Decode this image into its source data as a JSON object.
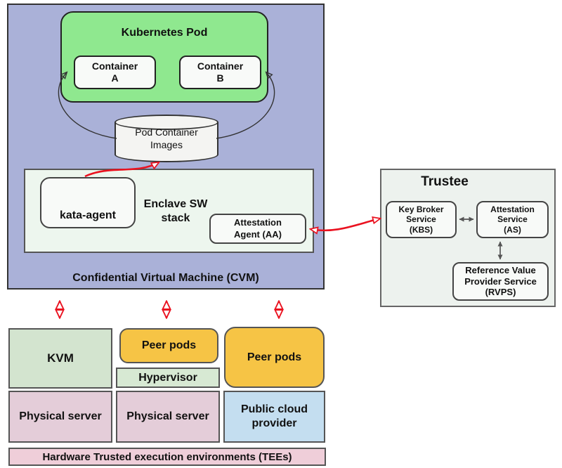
{
  "colors": {
    "cvm_bg": "#aab1d8",
    "pod_green": "#8fe88f",
    "inner_white": "#f8faf8",
    "cyl_fill": "#f4f4f2",
    "enclave_bg": "#edf6ee",
    "trustee_bg": "#edf2ee",
    "kvm_green": "#d3e4cf",
    "hyper_green": "#d7e9d3",
    "peer_orange": "#f6c445",
    "pink": "#e4cdd9",
    "cloud_blue": "#c4def0",
    "tee_pink": "#efced9",
    "red": "#ea1220",
    "line_dark": "#333333",
    "line_gray": "#555555"
  },
  "diagram": {
    "cvm": {
      "label": "Confidential Virtual Machine (CVM)",
      "pod": {
        "title": "Kubernetes Pod",
        "container_a": "Container\nA",
        "container_b": "Container\nB"
      },
      "images_cylinder": "Pod Container\nImages",
      "enclave": {
        "title": "Enclave SW\nstack",
        "kata_agent": "kata-agent",
        "attestation_agent": "Attestation\nAgent (AA)"
      }
    },
    "trustee": {
      "title": "Trustee",
      "kbs": "Key Broker\nService\n(KBS)",
      "as": "Attestation\nService\n(AS)",
      "rvps": "Reference Value\nProvider Service\n(RVPS)"
    },
    "infra": {
      "kvm": "KVM",
      "peer_pods_1": "Peer pods",
      "hypervisor": "Hypervisor",
      "peer_pods_2": "Peer pods",
      "physical_server_1": "Physical server",
      "physical_server_2": "Physical server",
      "public_cloud": "Public cloud\nprovider",
      "tees": "Hardware Trusted execution environments (TEEs)"
    }
  }
}
